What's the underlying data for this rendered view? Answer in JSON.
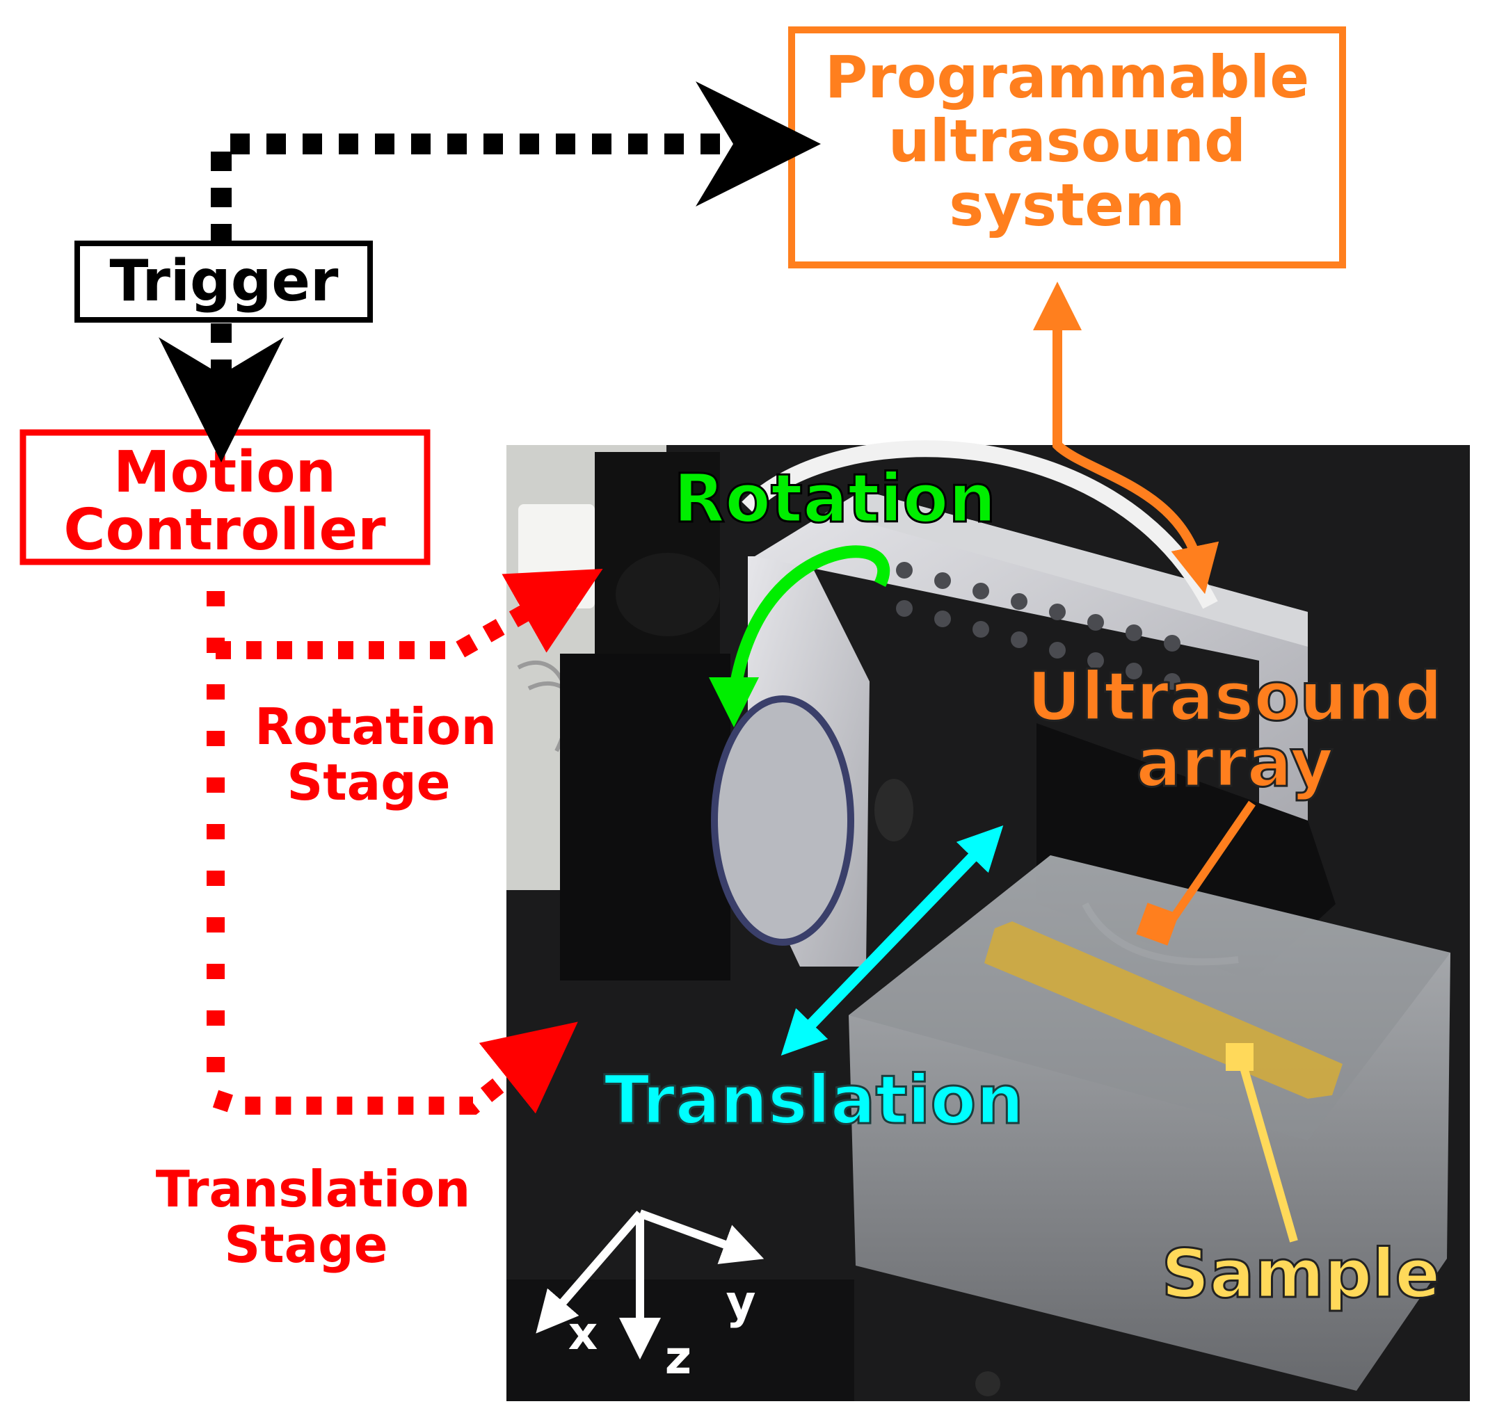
{
  "colors": {
    "orange": "#ff7f1e",
    "red": "#ff0000",
    "green": "#00ee00",
    "cyan": "#00ffff",
    "yellow": "#ffd95a",
    "black": "#000000",
    "white": "#ffffff"
  },
  "boxes": {
    "ultrasound_system": {
      "line1": "Programmable",
      "line2": "ultrasound",
      "line3": "system"
    },
    "trigger": {
      "label": "Trigger"
    },
    "motion_controller": {
      "line1": "Motion",
      "line2": "Controller"
    }
  },
  "labels": {
    "rotation_stage_1": "Rotation",
    "rotation_stage_2": "Stage",
    "translation_stage_1": "Translation",
    "translation_stage_2": "Stage",
    "rotation": "Rotation",
    "translation": "Translation",
    "ultrasound_array_1": "Ultrasound",
    "ultrasound_array_2": "array",
    "sample": "Sample"
  },
  "axes": {
    "x": "x",
    "y": "y",
    "z": "z"
  },
  "icons": {
    "photo": "experimental-setup-photo",
    "rotation_arrow": "curved-arrow-icon",
    "translation_arrow": "double-headed-arrow-icon",
    "axes": "coordinate-axes-icon"
  }
}
